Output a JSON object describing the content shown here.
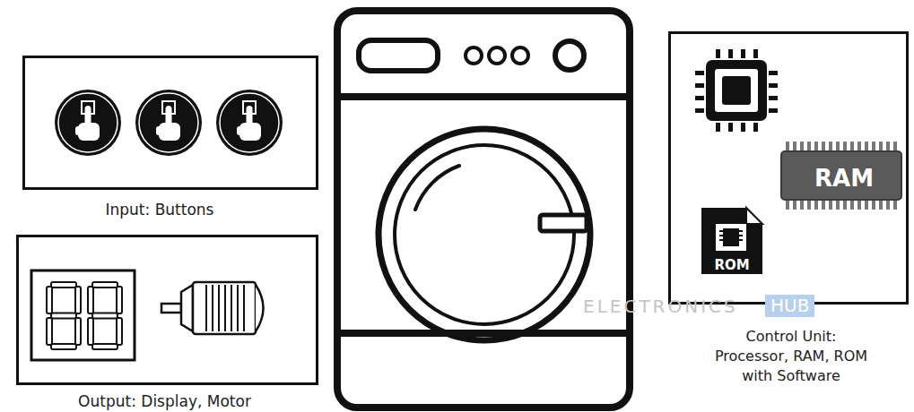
{
  "diagram": {
    "nodes": [
      {
        "text": [
          "Input: Buttons"
        ]
      },
      {
        "text": [
          "Output: Display, Motor"
        ]
      },
      {
        "text": [
          "RAM",
          "ROM",
          "Control Unit: Processor, RAM, ROM with Software"
        ]
      }
    ],
    "labels": [
      "ELECTRONICS",
      "HUB"
    ]
  }
}
